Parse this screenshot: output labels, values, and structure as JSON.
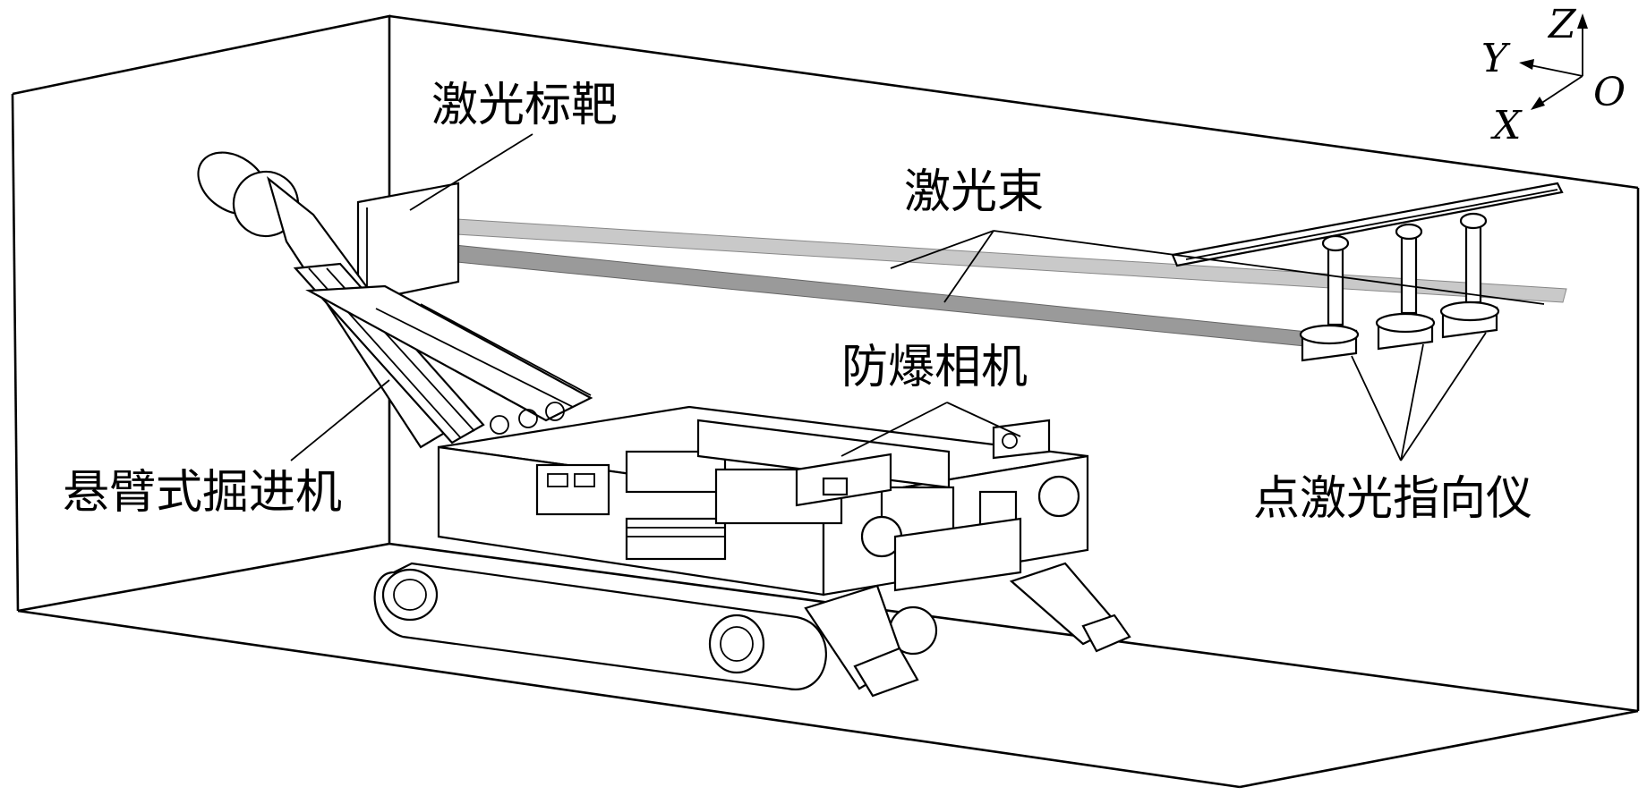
{
  "labels": {
    "laser_target": "激光标靶",
    "laser_beam": "激光束",
    "explosion_proof_camera": "防爆相机",
    "roadheader": "悬臂式掘进机",
    "point_laser_pointer": "点激光指向仪"
  },
  "axes": {
    "z": "Z",
    "y": "Y",
    "o": "O",
    "x": "X"
  }
}
